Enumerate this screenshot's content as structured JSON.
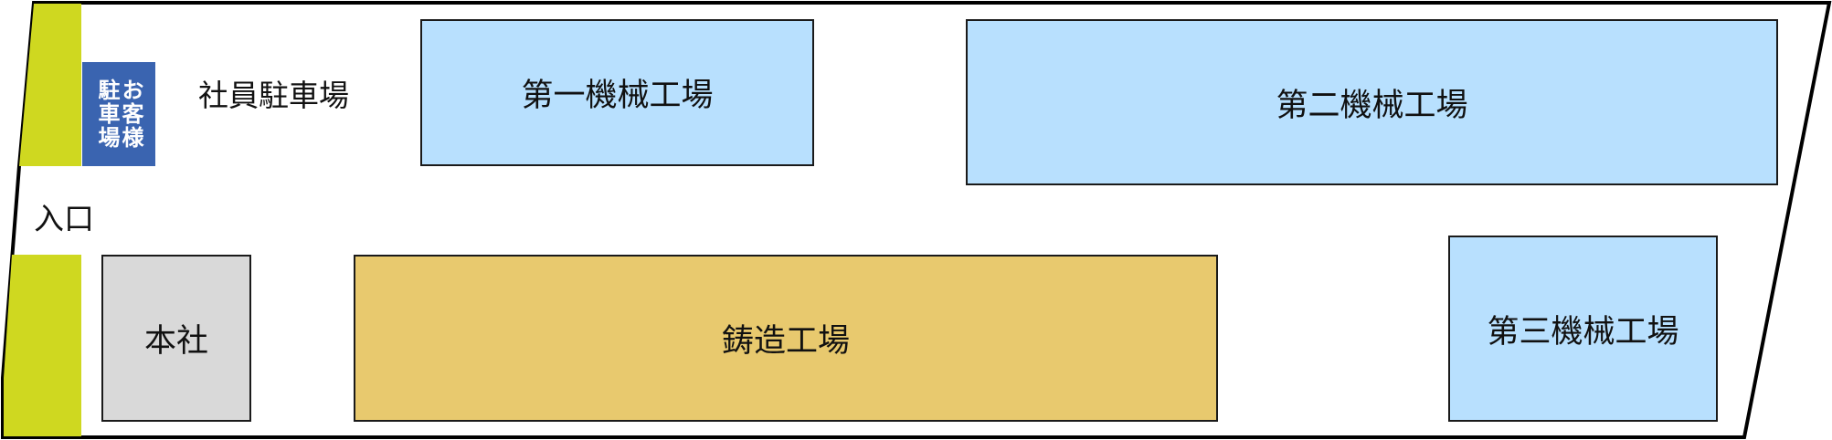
{
  "map": {
    "colors": {
      "lot_border": "#000000",
      "roadside_strip": "#cfd820",
      "guest_parking": "#3a64b0",
      "machine_factory": "#b8e0fe",
      "foundry": "#e8c96e",
      "head_office": "#d9d9d9"
    },
    "labels": {
      "entrance": "入口",
      "employee_parking": "社員駐車場",
      "guest_parking_line1": "お客様",
      "guest_parking_line2": "駐車場",
      "factory1": "第一機械工場",
      "factory2": "第二機械工場",
      "factory3": "第三機械工場",
      "foundry": "鋳造工場",
      "head_office": "本社"
    }
  }
}
